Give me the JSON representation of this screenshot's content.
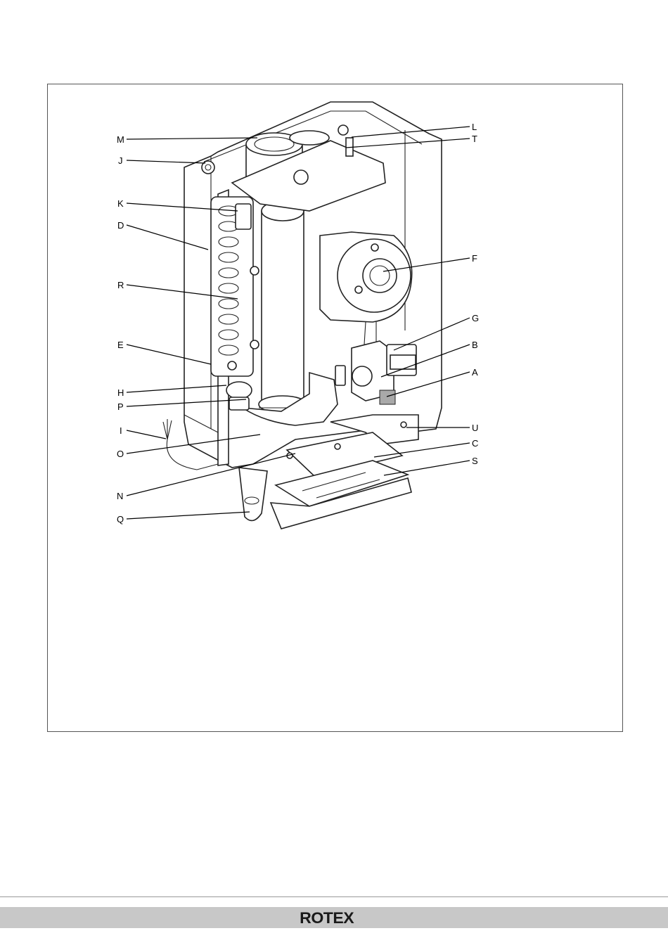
{
  "diagram": {
    "labels": {
      "M": "M",
      "J": "J",
      "K": "K",
      "D": "D",
      "R": "R",
      "E": "E",
      "H": "H",
      "P": "P",
      "I": "I",
      "O": "O",
      "N": "N",
      "Q": "Q",
      "L": "L",
      "T": "T",
      "F": "F",
      "G": "G",
      "B": "B",
      "A": "A",
      "U": "U",
      "C": "C",
      "S": "S"
    }
  },
  "footer": {
    "logo_text": "ROTEX"
  },
  "colors": {
    "frame": "#555555",
    "footer_bar": "#c8c8c8",
    "ink": "#222222",
    "highlight": "#a9a9a9"
  }
}
